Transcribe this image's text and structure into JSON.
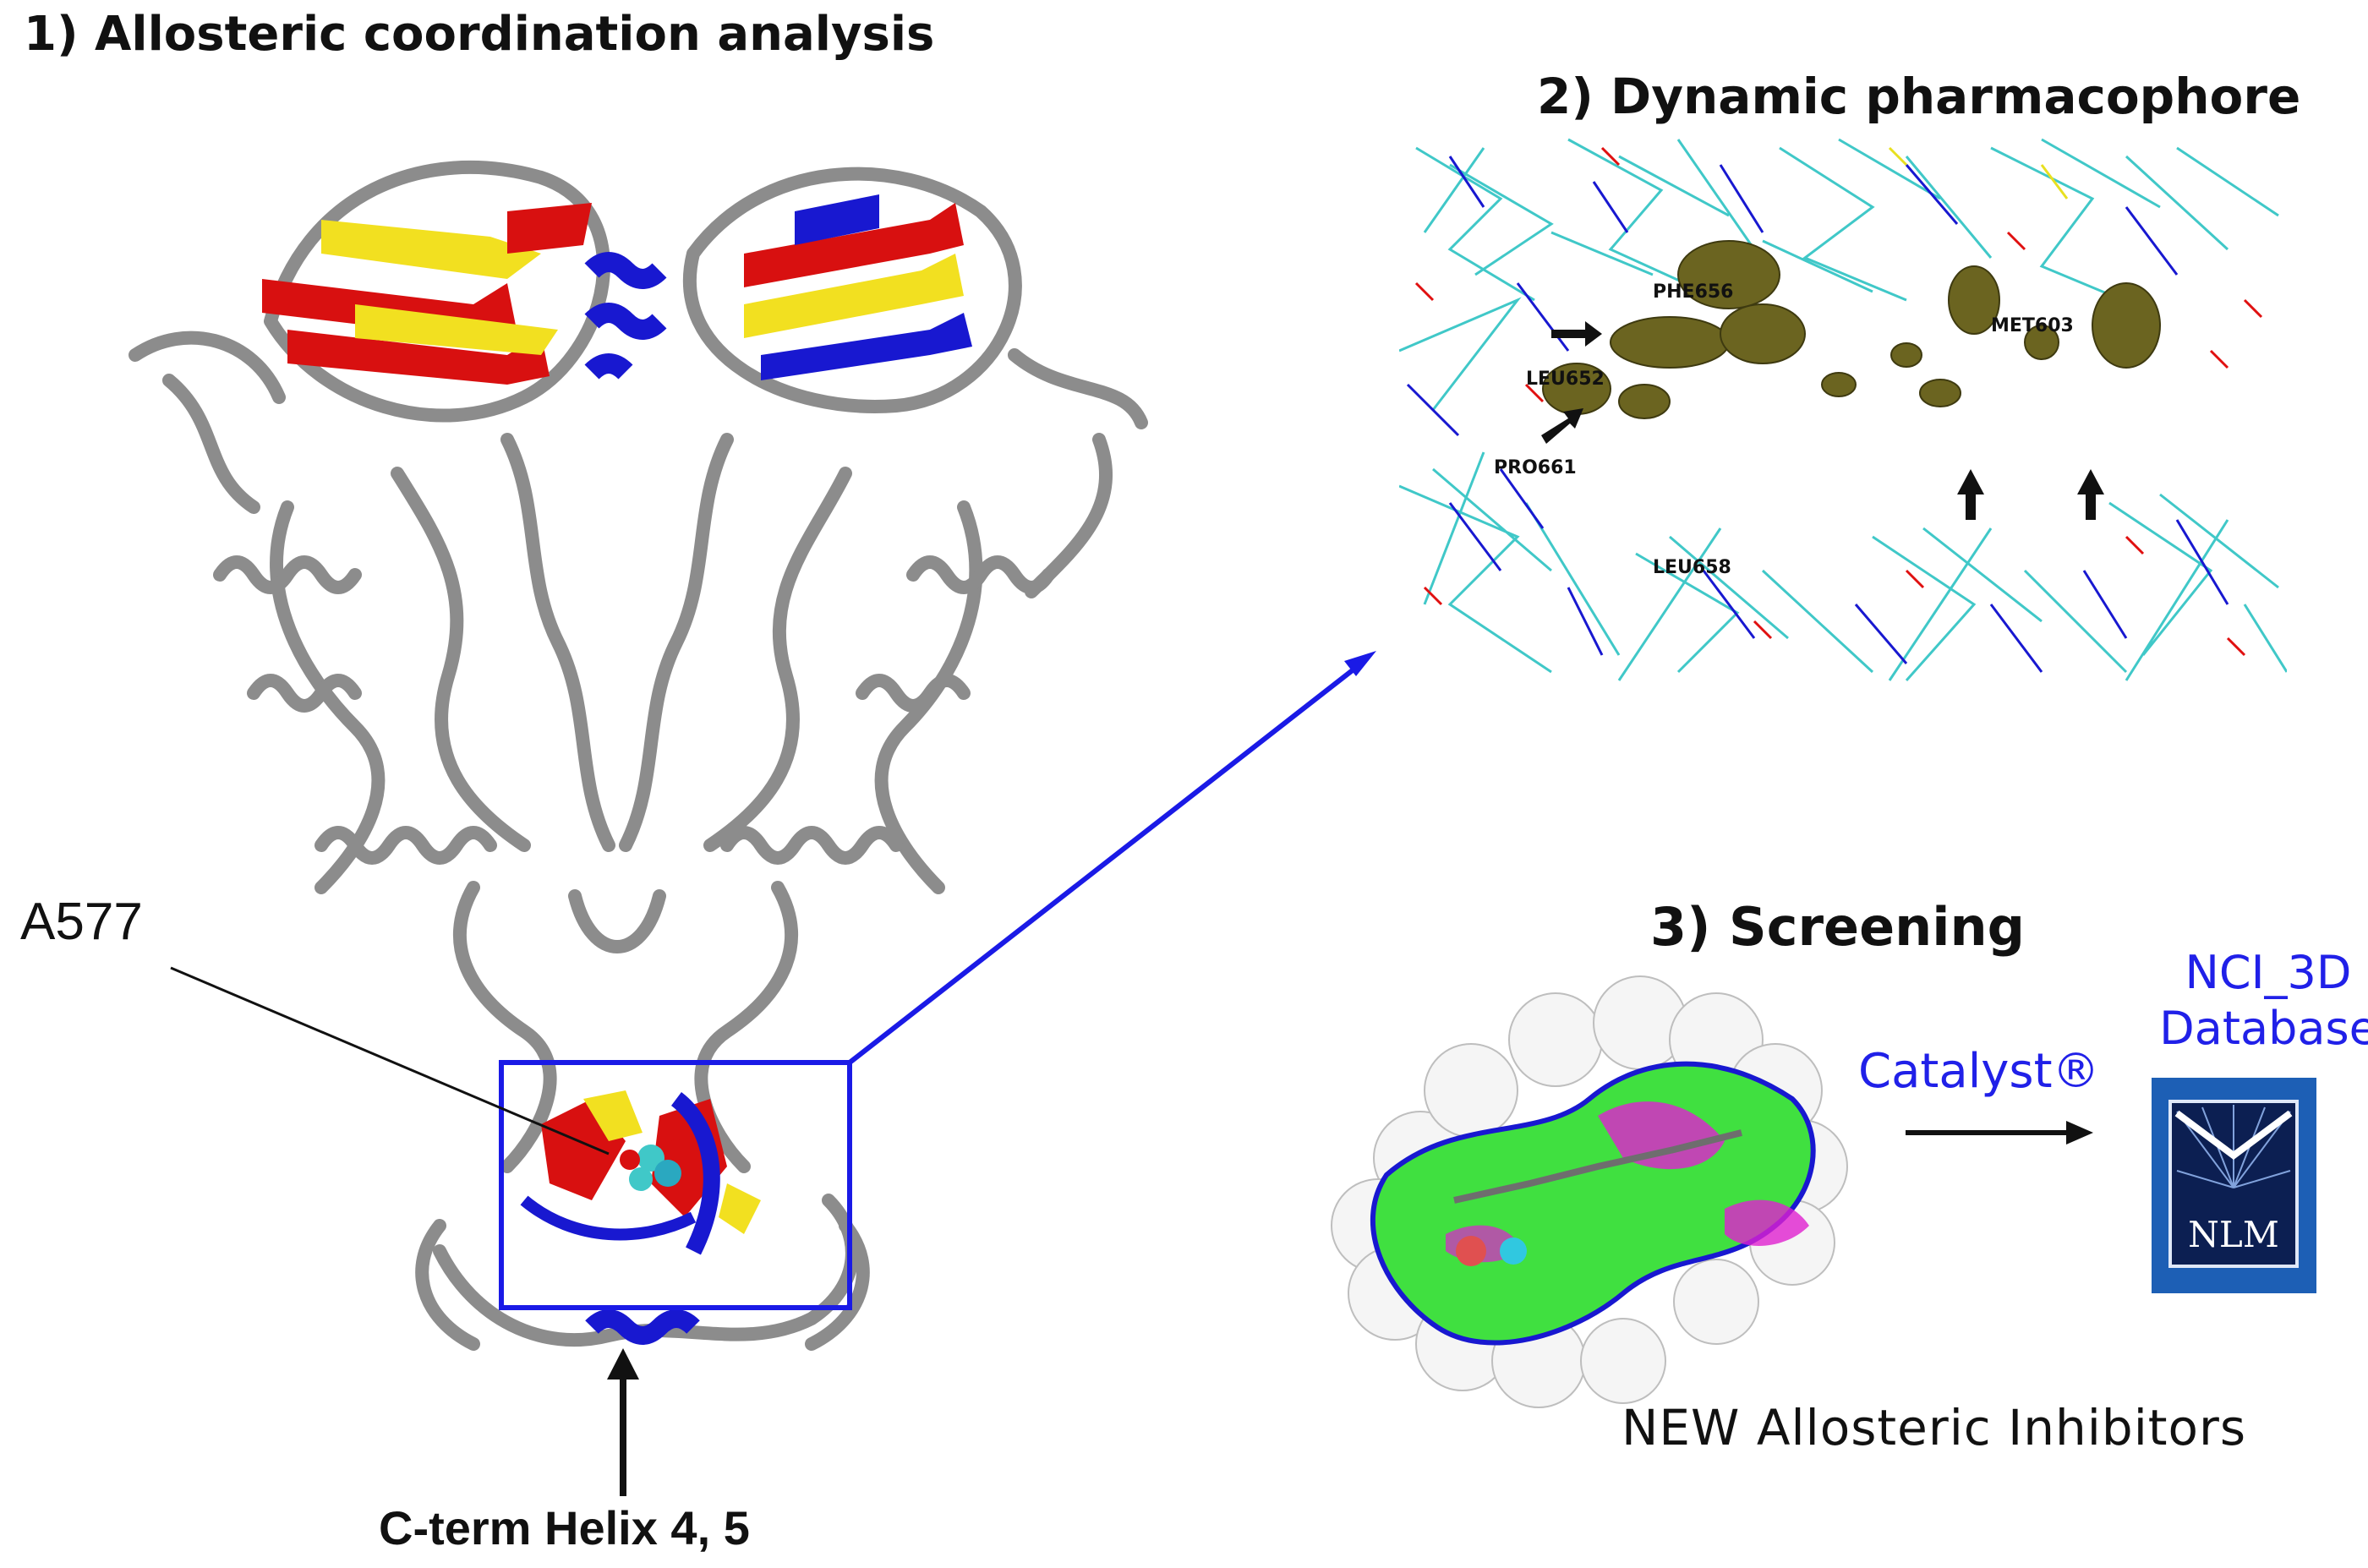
{
  "panels": {
    "allosteric": {
      "title": "1) Allosteric coordination analysis"
    },
    "pharmacophore": {
      "title": "2) Dynamic pharmacophore",
      "residues": [
        "PHE656",
        "MET603",
        "LEU652",
        "PRO661",
        "LEU658"
      ]
    },
    "screening": {
      "title": "3) Screening"
    }
  },
  "labels": {
    "a577": "A577",
    "cterm": "C-term Helix 4, 5",
    "catalyst": "Catalyst®",
    "nci_line1": "NCI_3D",
    "nci_line2": "Database",
    "nlm_logo": "NLM",
    "new_inhibitors": "NEW Allosteric Inhibitors"
  },
  "colors": {
    "protein_gray": "#8a8a8a",
    "sheet_red": "#d81010",
    "sheet_yellow": "#f2e020",
    "helix_blue": "#1818d0",
    "connector_blue": "#1a1ae6",
    "stick_cyan": "#40c8c8",
    "surface_green": "#40e040",
    "surface_magenta": "#e020d0",
    "nlm_blue": "#1d5fb5"
  }
}
